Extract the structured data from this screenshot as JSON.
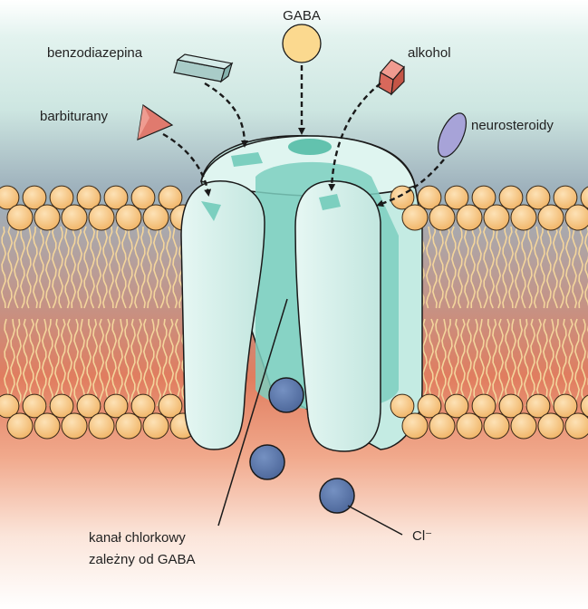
{
  "labels": {
    "gaba": "GABA",
    "benzodiazepine": "benzodiazepina",
    "alcohol": "alkohol",
    "barbiturates": "barbiturany",
    "neurosteroids": "neurosteroidy",
    "channel_line1": "kanał chlorkowy",
    "channel_line2": "zależny od GABA",
    "chloride": "Cl⁻"
  },
  "colors": {
    "extracellular_top": "#d3ebe6",
    "extracellular_mid": "#9fb2bd",
    "intracellular": "#ef9c7d",
    "lipid_head": "#f7c98a",
    "lipid_tail": "#a85c45",
    "channel_body": "#c9ece5",
    "channel_core": "#7dcfbf",
    "chloride_ion": "#5d79ac",
    "gaba_ligand": "#fbd98f",
    "barbiturate_ligand": "#e07a6e",
    "alcohol_ligand": "#e07a6e",
    "benzodiazepine_ligand": "#b8d6d2",
    "neurosteroid_ligand": "#a7a3d8"
  },
  "icons": [
    "gaba-molecule-icon",
    "benzodiazepine-molecule-icon",
    "alcohol-molecule-icon",
    "barbiturate-molecule-icon",
    "neurosteroid-molecule-icon",
    "chloride-ion-icon"
  ]
}
